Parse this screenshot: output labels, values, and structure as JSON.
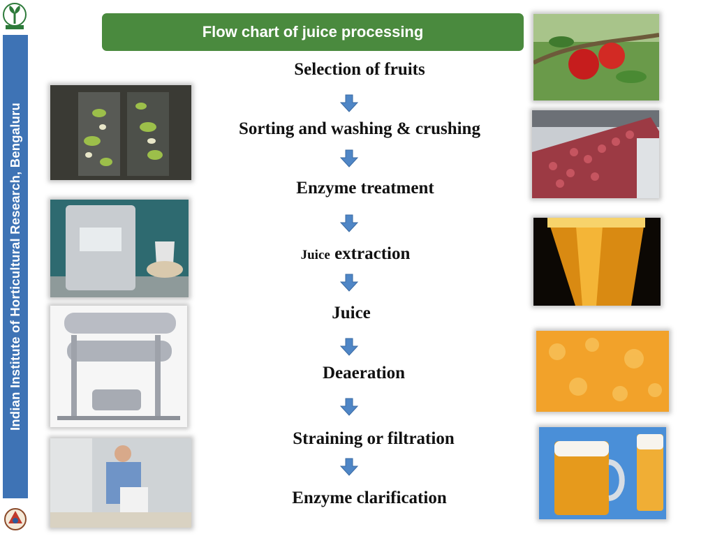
{
  "sidebar": {
    "institute_name": "Indian  Institute of Horticultural Research, Bengaluru",
    "logo_icon": "iihr-logo-icon",
    "bottom_logo_icon": "icar-emblem-icon"
  },
  "title": "Flow chart of juice processing",
  "steps": [
    {
      "text": "Selection of fruits"
    },
    {
      "text": "Sorting and washing & crushing"
    },
    {
      "text": "Enzyme treatment"
    },
    {
      "prefix": "Juice",
      "text": "extraction"
    },
    {
      "text": "Juice"
    },
    {
      "text": "Deaeration"
    },
    {
      "text": "Straining or filtration"
    },
    {
      "text": "Enzyme clarification"
    }
  ],
  "arrow_icon": "down-arrow-icon",
  "colors": {
    "sidebar_band": "#3e73b5",
    "title_bar": "#4a8a3e",
    "arrow": "#4f86c6"
  },
  "photos": {
    "left": [
      "crushing-machine-photo",
      "enzyme-powder-photo",
      "extraction-equipment-photo",
      "worker-pouring-photo"
    ],
    "right": [
      "apples-on-tree-photo",
      "apple-washing-conveyor-photo",
      "juice-glass-photo",
      "foam-surface-photo",
      "beer-mugs-photo"
    ]
  }
}
